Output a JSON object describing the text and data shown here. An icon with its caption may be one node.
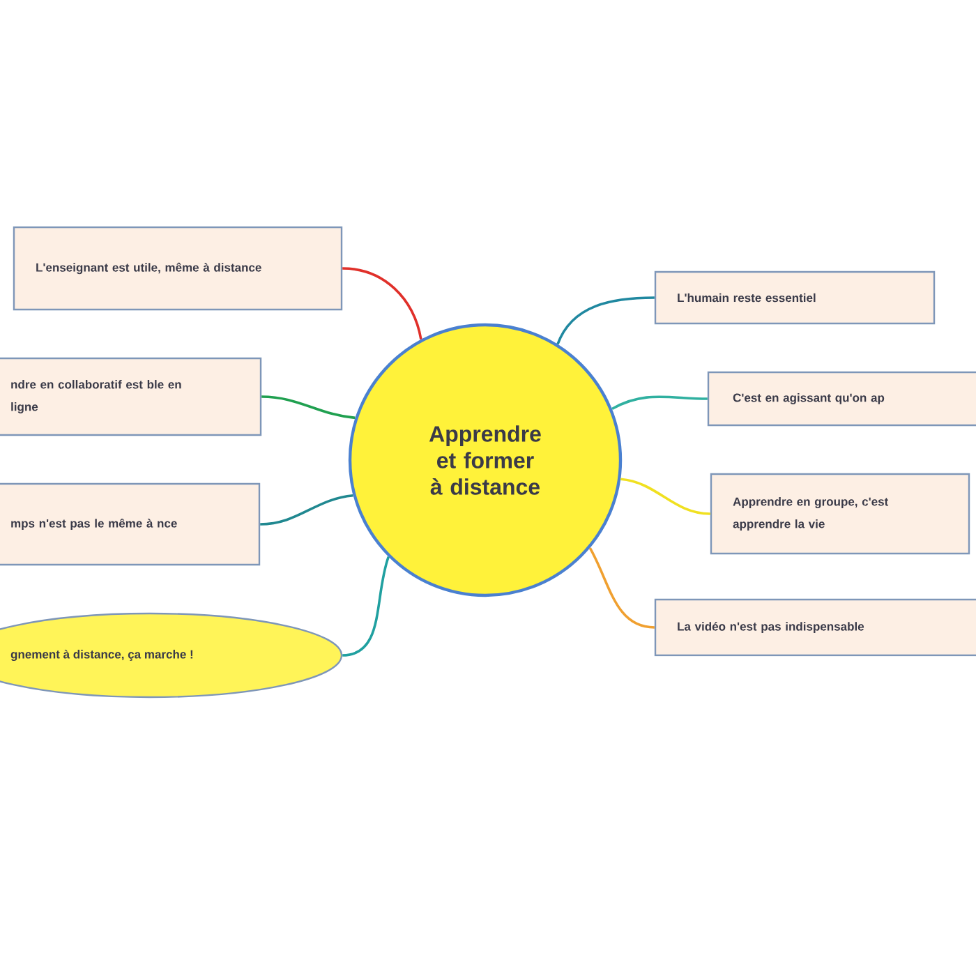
{
  "diagram": {
    "nodes": [
      {
        "text": [
          "Apprendre et former à distance"
        ]
      },
      {
        "text": [
          "L'enseignant est utile, même à distance"
        ]
      },
      {
        "text": [
          "ndre en collaboratif est ble en ligne"
        ]
      },
      {
        "text": [
          "mps n'est pas le même à nce"
        ]
      },
      {
        "text": [
          "gnement à distance, ça marche !"
        ]
      },
      {
        "text": [
          "L'humain reste essentiel"
        ]
      },
      {
        "text": [
          "C'est en agissant qu'on ap"
        ]
      },
      {
        "text": [
          "Apprendre en groupe, c'est apprendre la vie"
        ]
      },
      {
        "text": [
          "La vidéo n'est pas indispensable"
        ]
      }
    ],
    "edges": [
      {
        "from": 0,
        "to": 1,
        "arrow": "none",
        "color": "#e0302a"
      },
      {
        "from": 0,
        "to": 2,
        "arrow": "none",
        "color": "#20a050"
      },
      {
        "from": 0,
        "to": 3,
        "arrow": "none",
        "color": "#208890"
      },
      {
        "from": 0,
        "to": 4,
        "arrow": "none",
        "color": "#20a0a0"
      },
      {
        "from": 0,
        "to": 5,
        "arrow": "none",
        "color": "#2088a0"
      },
      {
        "from": 0,
        "to": 6,
        "arrow": "none",
        "color": "#30b0a0"
      },
      {
        "from": 0,
        "to": 7,
        "arrow": "none",
        "color": "#f0e020"
      },
      {
        "from": 0,
        "to": 8,
        "arrow": "none",
        "color": "#f0a030"
      }
    ]
  }
}
